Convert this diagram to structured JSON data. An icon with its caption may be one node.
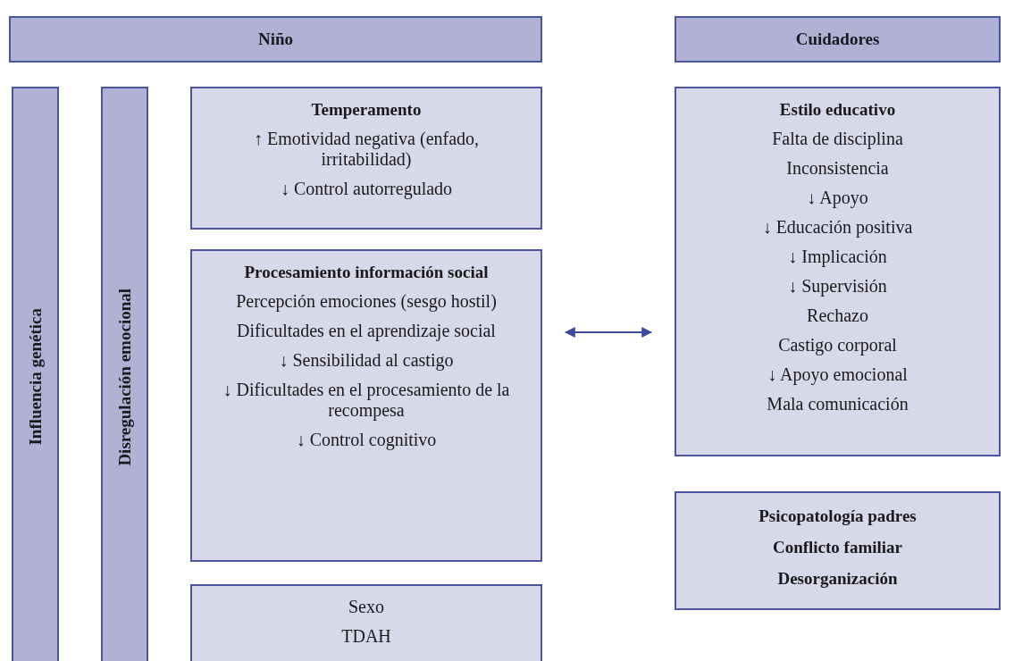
{
  "diagram": {
    "nodes": [
      {
        "text": [
          "Niño"
        ]
      },
      {
        "text": [
          "Influencia genética"
        ]
      },
      {
        "text": [
          "Disregulación emocional"
        ]
      },
      {
        "text": [
          "Temperamento",
          "↑ Emotividad negativa (enfado, irritabilidad)",
          "↓ Control autorregulado"
        ]
      },
      {
        "text": [
          "Procesamiento información social",
          "Percepción emociones (sesgo hostil)",
          "Dificultades en el aprendizaje social",
          "↓ Sensibilidad al castigo",
          "↓ Dificultades en el procesamiento de la recompesa",
          "↓ Control cognitivo"
        ]
      },
      {
        "text": [
          "Sexo",
          "TDAH"
        ]
      },
      {
        "text": [
          "Cuidadores"
        ]
      },
      {
        "text": [
          "Estilo educativo",
          "Falta de disciplina",
          "Inconsistencia",
          "↓ Apoyo",
          "↓ Educación positiva",
          "↓ Implicación",
          "↓ Supervisión",
          "Rechazo",
          "Castigo corporal",
          "↓ Apoyo emocional",
          "Mala comunicación"
        ]
      },
      {
        "text": [
          "Psicopatología padres",
          "Conflicto familiar",
          "Desorganización"
        ]
      }
    ],
    "edges": [
      {
        "from": 4,
        "to": 7,
        "arrow": "both"
      }
    ]
  }
}
